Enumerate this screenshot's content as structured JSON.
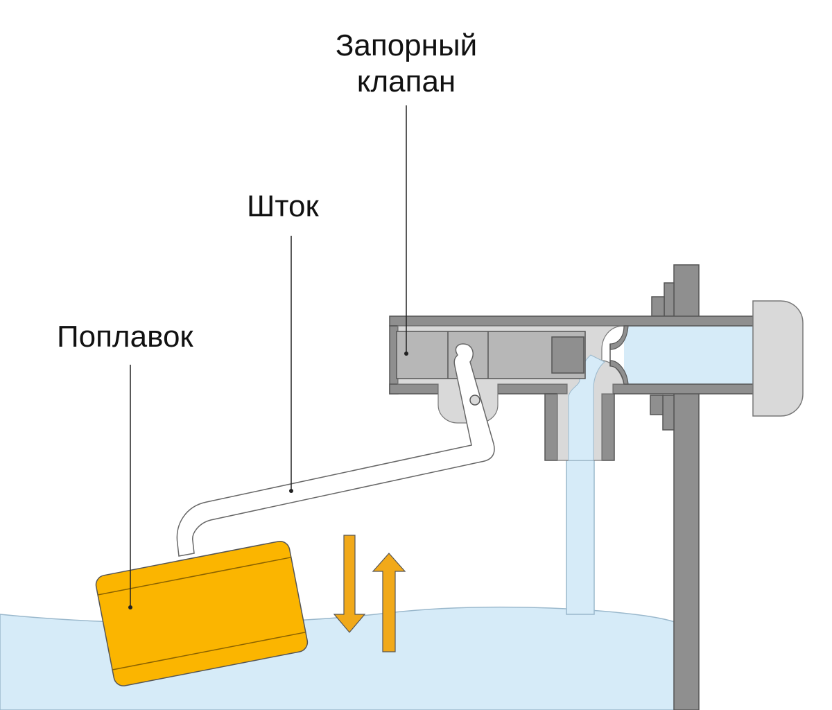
{
  "labels": {
    "valve_line1": "Запорный",
    "valve_line2": "клапан",
    "rod": "Шток",
    "float": "Поплавок"
  },
  "colors": {
    "water": "#d6ebf8",
    "pipe_wall": "#8f8f8f",
    "valve_inner": "#b7b7b7",
    "valve_body_light": "#d9d9d9",
    "float": "#fbb500",
    "arrows": "#f1a91a",
    "outline": "#555555",
    "leader_line": "#222222"
  }
}
